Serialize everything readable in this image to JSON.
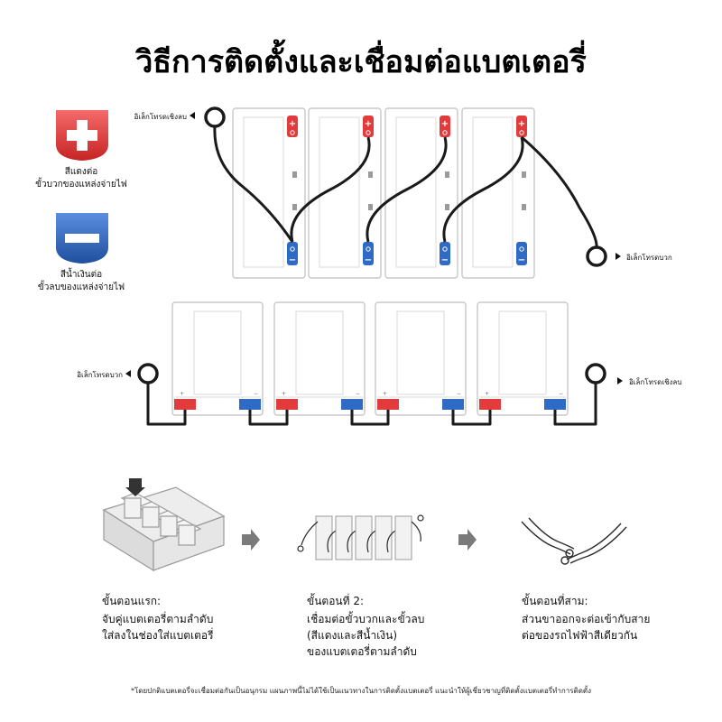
{
  "title": "วิธีการติดตั้งและเชื่อมต่อแบตเตอรี่",
  "colors": {
    "positive": "#e23b3b",
    "negative": "#2f6bc4",
    "cable": "#1a1a1a",
    "battery_outline": "#c8c8c8",
    "title_text": "#000000",
    "body_text": "#111111",
    "arrow_gray": "#7a7a7a"
  },
  "legend": {
    "positive": {
      "symbol": "+",
      "line1": "สีแดงต่อ",
      "line2": "ขั้วบวกของแหล่งจ่ายไฟ"
    },
    "negative": {
      "symbol": "−",
      "line1": "สีน้ำเงินต่อ",
      "line2": "ขั้วลบของแหล่งจ่ายไฟ"
    }
  },
  "top_diagram": {
    "negative_electrode_label": "อิเล็กโทรดเชิงลบ",
    "positive_electrode_label": "อิเล็กโทรดบวก"
  },
  "bottom_diagram": {
    "positive_electrode_label": "อิเล็กโทรดบวก",
    "negative_electrode_label": "อิเล็กโทรดเชิงลบ"
  },
  "steps": [
    {
      "heading": "ขั้นตอนแรก:",
      "lines": [
        "จับคู่แบตเตอรี่ตามลำดับ",
        "ใส่ลงในช่องใส่แบตเตอรี่"
      ]
    },
    {
      "heading": "ขั้นตอนที่ 2:",
      "lines": [
        "เชื่อมต่อขั้วบวกและขั้วลบ",
        "(สีแดงและสีน้ำเงิน)",
        "ของแบตเตอรี่ตามลำดับ"
      ]
    },
    {
      "heading": "ขั้นตอนที่สาม:",
      "lines": [
        "ส่วนขาออกจะต่อเข้ากับสาย",
        "ต่อของรถไฟฟ้าสีเดียวกัน"
      ]
    }
  ],
  "footnote": "*โดยปกติแบตเตอรี่จะเชื่อมต่อกันเป็นอนุกรม แผนภาพนี้ไม่ได้ใช้เป็นแนวทางในการติดตั้งแบตเตอรี่ แนะนำให้ผู้เชี่ยวชาญที่ติดตั้งแบตเตอรี่ทำการติดตั้ง"
}
